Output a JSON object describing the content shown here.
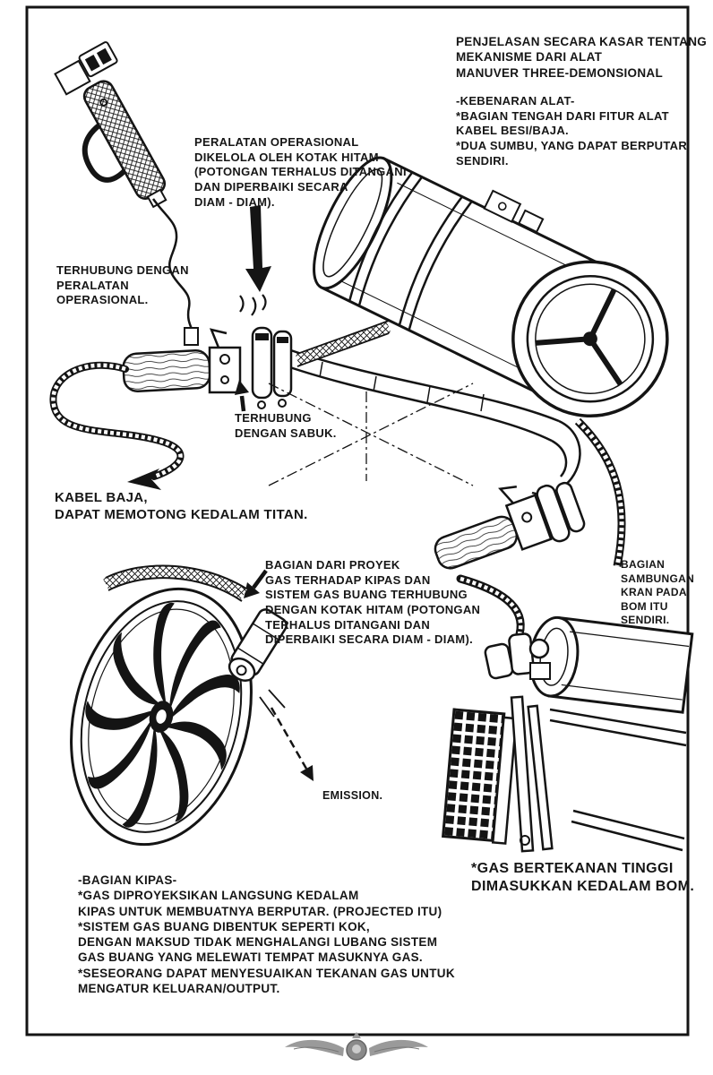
{
  "page": {
    "kind": "manga-technical-diagram",
    "language": "Indonesian",
    "colors": {
      "ink": "#141414",
      "paper": "#ffffff",
      "watermark_gray": "#9a9a9a"
    }
  },
  "annotations": {
    "intro": "PENJELASAN SECARA KASAR TENTANG\nMEKANISME DARI ALAT\nMANUVER THREE-DEMONSIONAL",
    "kebenaran": "-KEBENARAN ALAT-\n*BAGIAN TENGAH DARI FITUR ALAT\nKABEL BESI/BAJA.\n*DUA SUMBU, YANG DAPAT BERPUTAR\nSENDIRI.",
    "peralatan_operasional": "PERALATAN OPERASIONAL\nDIKELOLA OLEH KOTAK HITAM\n(POTONGAN TERHALUS DITANGANI\nDAN DIPERBAIKI SECARA\nDIAM - DIAM).",
    "terhubung_peralatan": "TERHUBUNG DENGAN\nPERALATAN\nOPERASIONAL.",
    "terhubung_sabuk": "TERHUBUNG\nDENGAN SABUK.",
    "kabel_baja": "KABEL BAJA,\nDAPAT MEMOTONG KEDALAM TITAN.",
    "bagian_proyek_gas": "BAGIAN DARI PROYEK\nGAS TERHADAP KIPAS DAN\nSISTEM GAS BUANG TERHUBUNG\nDENGAN KOTAK HITAM (POTONGAN\nTERHALUS DITANGANI DAN\nDIPERBAIKI SECARA DIAM - DIAM).",
    "bagian_sambungan": "BAGIAN\nSAMBUNGAN\nKRAN PADA\nBOM ITU\nSENDIRI.",
    "emission": "EMISSION.",
    "gas_bertekanan": "*GAS BERTEKANAN TINGGI\nDIMASUKKAN KEDALAM BOM.",
    "bagian_kipas": "-BAGIAN KIPAS-\n*GAS DIPROYEKSIKAN LANGSUNG KEDALAM\nKIPAS UNTUK MEMBUATNYA BERPUTAR. (PROJECTED ITU)\n*SISTEM GAS BUANG DIBENTUK SEPERTI KOK,\nDENGAN MAKSUD TIDAK MENGHALANGI LUBANG SISTEM\nGAS BUANG YANG MELEWATI TEMPAT MASUKNYA GAS.\n*SESEORANG DAPAT MENYESUAIKAN TEKANAN GAS UNTUK\nMENGATUR KELUARAN/OUTPUT."
  },
  "illustrations": [
    "grapple-gun",
    "operation-cable",
    "blade-handle-left",
    "steel-cable-harpoon",
    "gas-cylinder-tank",
    "gear-frame-rail",
    "blade-handle-right",
    "fan-turbine",
    "gas-nozzle",
    "gas-bomb-tank",
    "exhaust-grille-box",
    "scanlation-watermark"
  ]
}
